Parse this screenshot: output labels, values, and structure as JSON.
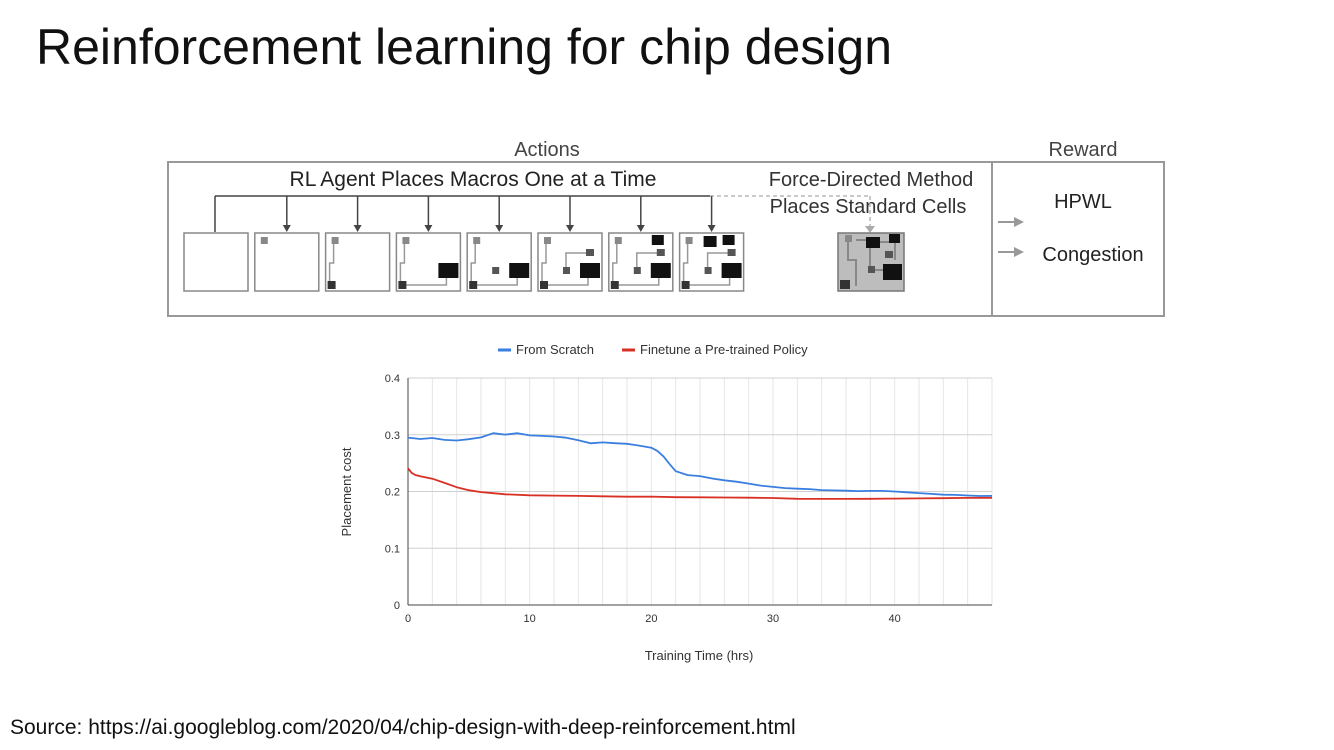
{
  "slide": {
    "title": "Reinforcement learning for chip design",
    "source": "Source: https://ai.googleblog.com/2020/04/chip-design-with-deep-reinforcement.html"
  },
  "diagram": {
    "actions_label": "Actions",
    "reward_label": "Reward",
    "rl_agent_label": "RL Agent Places Macros One at a Time",
    "force_directed_line1": "Force-Directed Method",
    "force_directed_line2": "Places Standard Cells",
    "reward_hpwl": "HPWL",
    "reward_congestion": "Congestion",
    "macro_steps": 8
  },
  "chart_data": {
    "type": "line",
    "title": "",
    "xlabel": "Training Time (hrs)",
    "ylabel": "Placement cost",
    "xlim": [
      0,
      48
    ],
    "ylim": [
      0,
      0.4
    ],
    "xticks": [
      0,
      10,
      20,
      30,
      40
    ],
    "yticks": [
      0,
      0.1,
      0.2,
      0.3,
      0.4
    ],
    "xtick_labels": [
      "0",
      "10",
      "20",
      "30",
      "40"
    ],
    "ytick_labels": [
      "0",
      "0.1",
      "0.2",
      "0.3",
      "0.4"
    ],
    "grid": true,
    "legend_position": "top",
    "series": [
      {
        "name": "From Scratch",
        "color": "#3a7fe0",
        "x": [
          0,
          1,
          2,
          3,
          4,
          5,
          6,
          7,
          8,
          9,
          10,
          11,
          12,
          13,
          14,
          15,
          16,
          17,
          18,
          19,
          20,
          20.5,
          21,
          21.5,
          22,
          23,
          24,
          25,
          26,
          27,
          28,
          29,
          30,
          31,
          32,
          33,
          34,
          35,
          36,
          37,
          38,
          39,
          40,
          41,
          42,
          43,
          44,
          45,
          46,
          47,
          48
        ],
        "y": [
          0.295,
          0.293,
          0.295,
          0.292,
          0.291,
          0.293,
          0.296,
          0.303,
          0.3,
          0.302,
          0.298,
          0.297,
          0.296,
          0.294,
          0.29,
          0.285,
          0.287,
          0.286,
          0.285,
          0.282,
          0.278,
          0.272,
          0.262,
          0.248,
          0.235,
          0.228,
          0.226,
          0.222,
          0.219,
          0.217,
          0.214,
          0.211,
          0.209,
          0.207,
          0.206,
          0.205,
          0.203,
          0.202,
          0.201,
          0.2,
          0.2,
          0.2,
          0.199,
          0.198,
          0.197,
          0.196,
          0.195,
          0.195,
          0.194,
          0.193,
          0.193
        ]
      },
      {
        "name": "Finetune a Pre-trained Policy",
        "color": "#d93025",
        "x": [
          0,
          0.3,
          0.6,
          1,
          2,
          3,
          4,
          5,
          6,
          7,
          8,
          10,
          12,
          14,
          16,
          18,
          20,
          22,
          24,
          26,
          28,
          30,
          32,
          34,
          36,
          38,
          40,
          42,
          44,
          46,
          48
        ],
        "y": [
          0.24,
          0.232,
          0.228,
          0.226,
          0.222,
          0.215,
          0.208,
          0.203,
          0.2,
          0.198,
          0.196,
          0.194,
          0.193,
          0.192,
          0.191,
          0.19,
          0.19,
          0.189,
          0.189,
          0.189,
          0.189,
          0.189,
          0.188,
          0.188,
          0.188,
          0.188,
          0.188,
          0.188,
          0.188,
          0.188,
          0.188
        ]
      }
    ]
  }
}
